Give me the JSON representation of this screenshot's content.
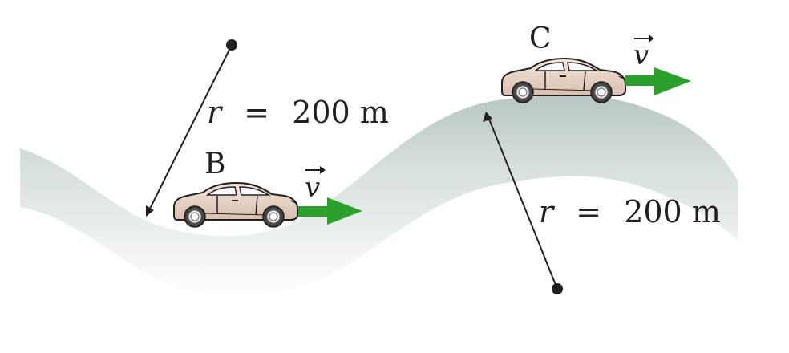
{
  "figure": {
    "labels": {
      "car_b": "B",
      "car_c": "C"
    },
    "velocity_symbol": "v",
    "radius_labels": {
      "b": {
        "var": "r",
        "eq": "=",
        "value": "200 m"
      },
      "c": {
        "var": "r",
        "eq": "=",
        "value": "200 m"
      }
    },
    "colors": {
      "road": "#cfd8d6",
      "arrow": "#2ca02c",
      "car_body": "#ecd9cd",
      "line": "#231f20"
    },
    "icons": [
      "car-icon",
      "velocity-arrow-icon",
      "radius-line-icon"
    ]
  }
}
